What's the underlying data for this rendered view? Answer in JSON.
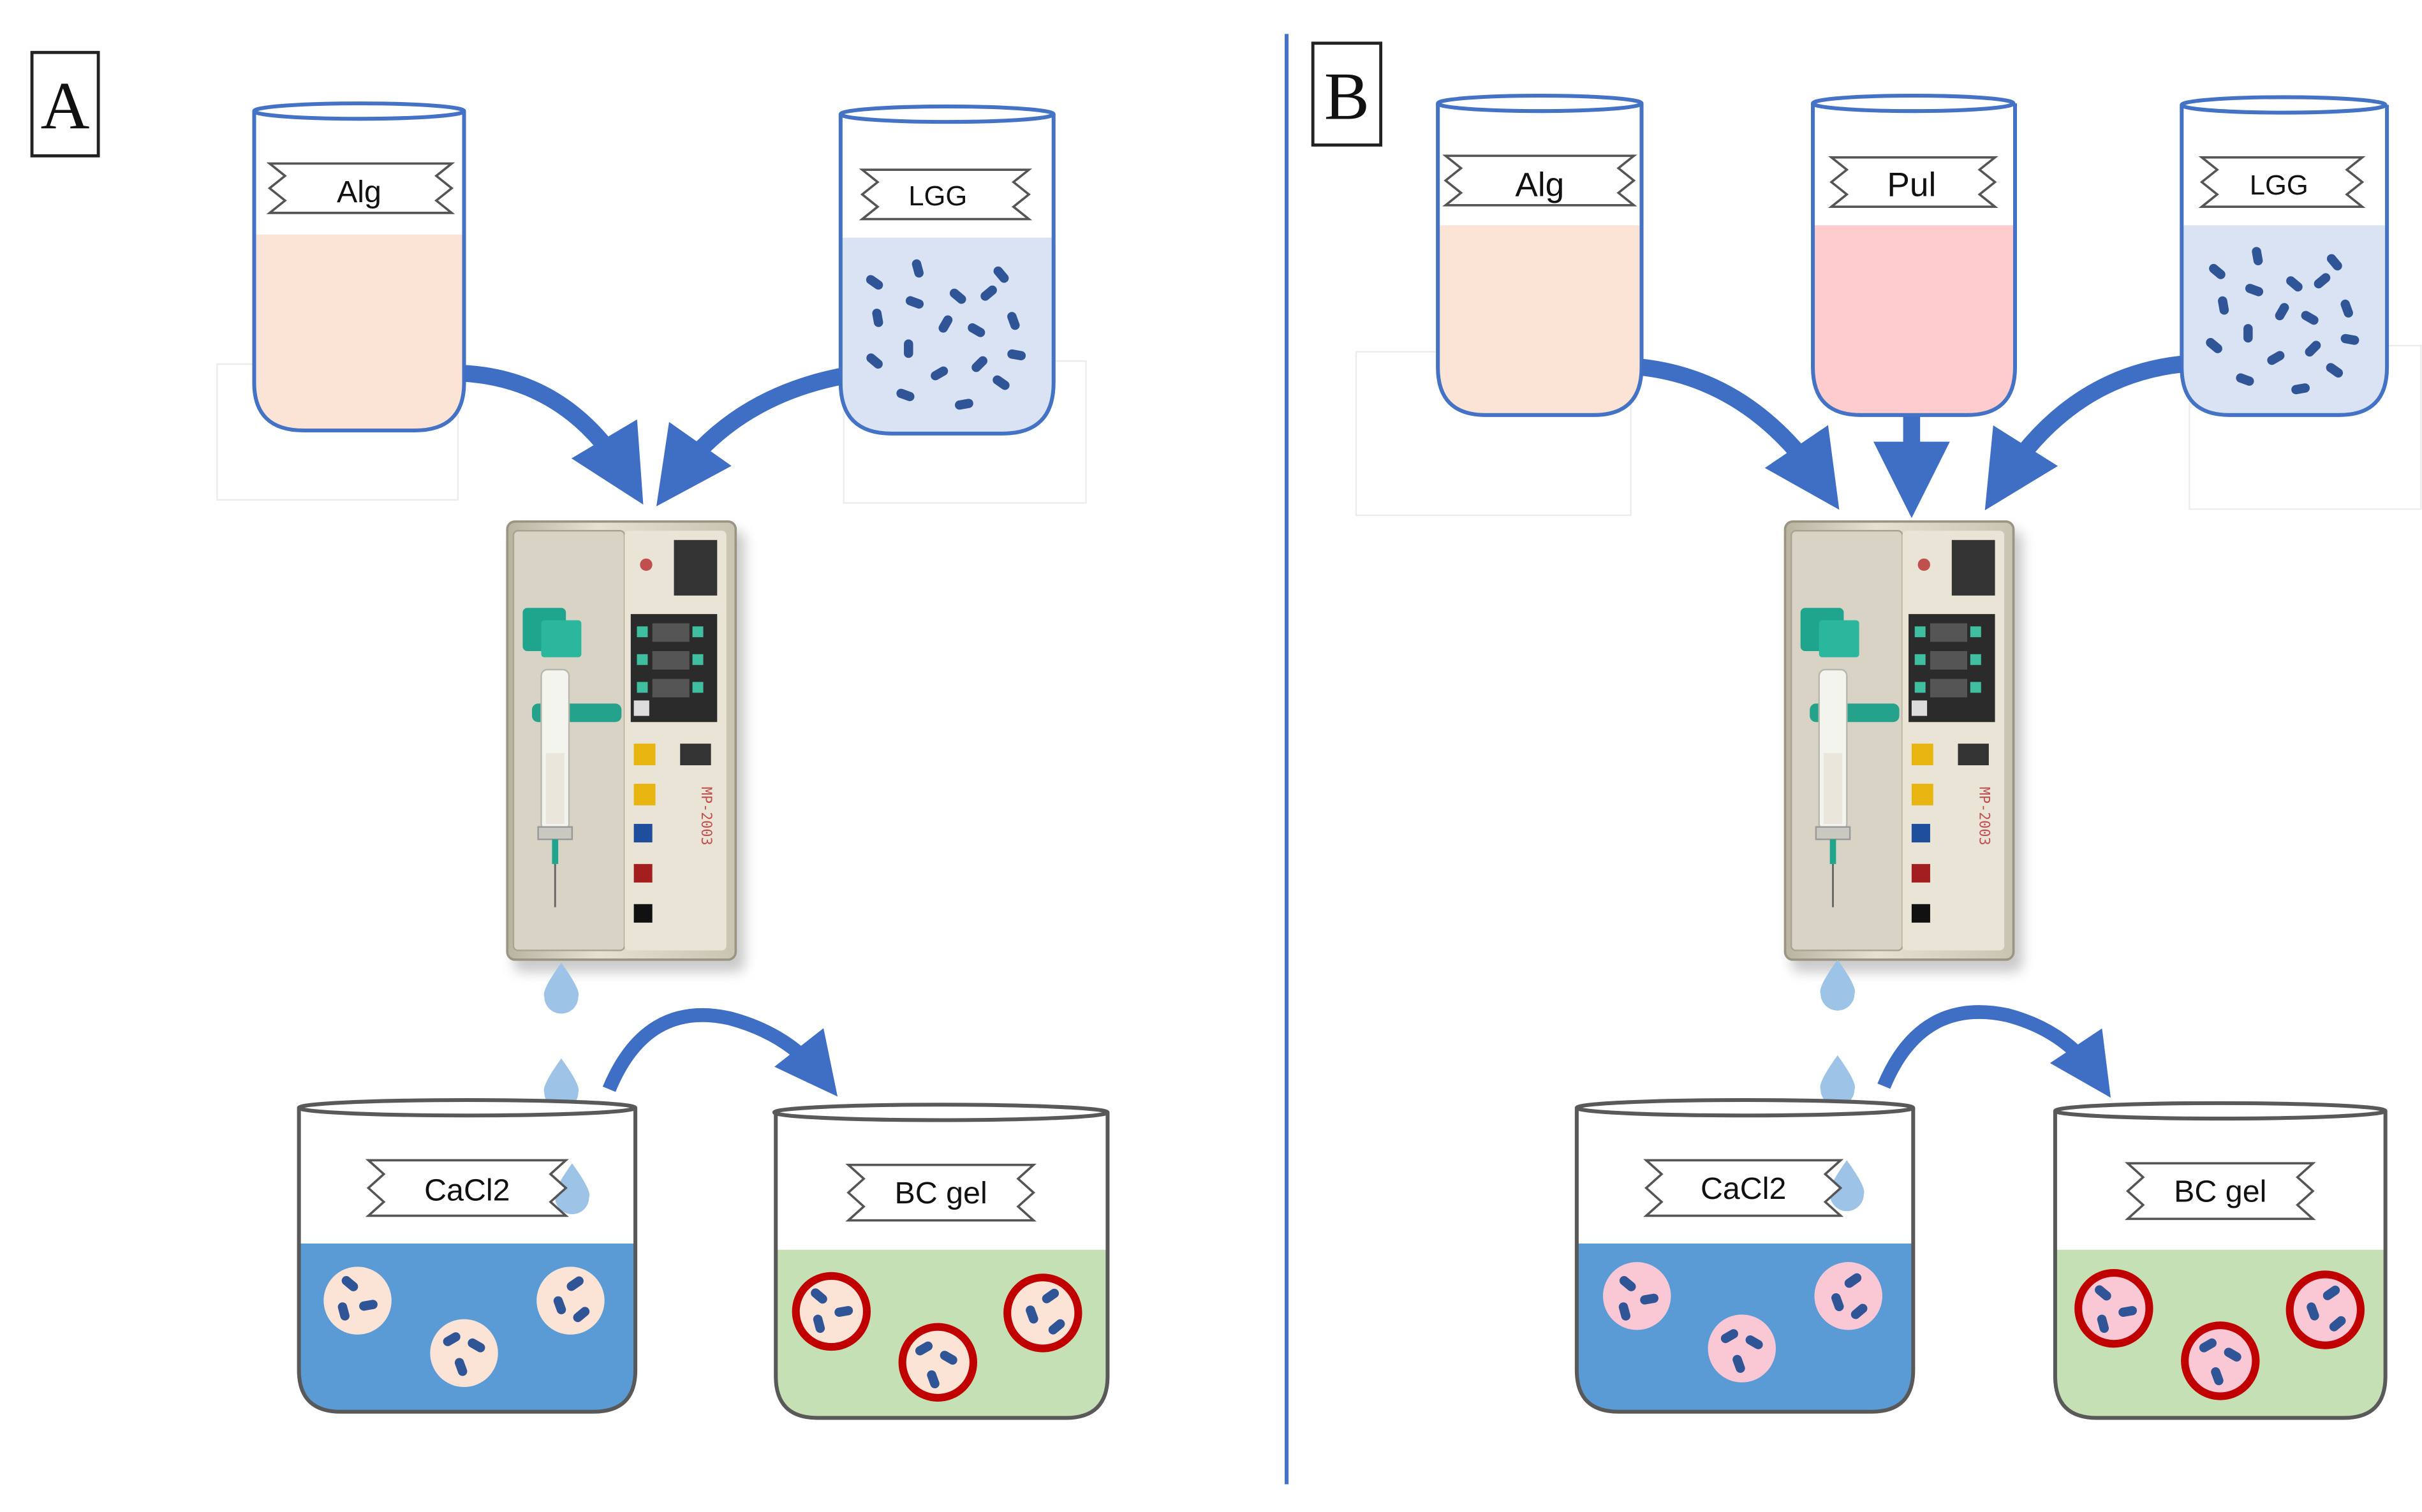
{
  "colors": {
    "outline": "#4472c4",
    "arrow": "#3f6fc4",
    "divider": "#4472c4",
    "alginate_fill": "#fbe3d6",
    "pullulan_fill": "#ffcccd",
    "lgg_fill": "#dae3f3",
    "bacteria": "#2f5597",
    "cacl2_fill": "#5b9bd5",
    "bc_gel_fill": "#c5e0b4",
    "capsule_fill_a": "#fbe3d6",
    "capsule_fill_b": "#f9c8d4",
    "capsule_ring": "#c00000",
    "droplet": "#9dc3e6"
  },
  "panels": [
    {
      "letter": "A",
      "beakers_top": [
        {
          "label": "Alg",
          "content": "alginate"
        },
        {
          "label": "LGG",
          "content": "bacteria"
        }
      ],
      "pump_model": "MP-2003",
      "beakers_bottom": [
        {
          "label": "CaCl2",
          "content": "calcium-chloride"
        },
        {
          "label": "BC gel",
          "content": "bacterial-cellulose-gel"
        }
      ]
    },
    {
      "letter": "B",
      "beakers_top": [
        {
          "label": "Alg",
          "content": "alginate"
        },
        {
          "label": "Pul",
          "content": "pullulan"
        },
        {
          "label": "LGG",
          "content": "bacteria"
        }
      ],
      "pump_model": "MP-2003",
      "beakers_bottom": [
        {
          "label": "CaCl2",
          "content": "calcium-chloride"
        },
        {
          "label": "BC gel",
          "content": "bacterial-cellulose-gel"
        }
      ]
    }
  ]
}
